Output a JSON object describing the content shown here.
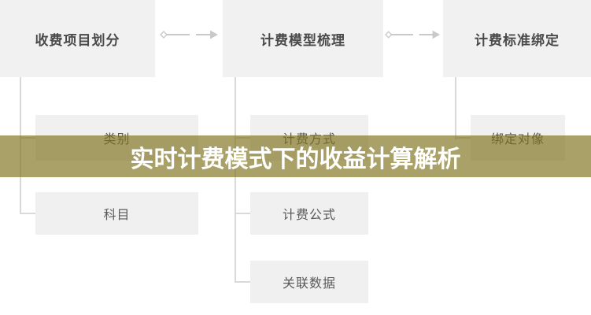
{
  "banner": {
    "title": "实时计费模式下的收益计算解析",
    "overlay_color": "#7d7018",
    "text_color": "#ffffff"
  },
  "flow": {
    "box_bg": "#f0f0f0",
    "stage_text_color": "#4a4a4a",
    "child_text_color": "#5a5a5a",
    "connector_color": "#c9c9c9",
    "trunk_color": "#d9d9d9",
    "stages": [
      {
        "label": "收费项目划分",
        "children": [
          {
            "label": "类别"
          },
          {
            "label": "科目"
          }
        ]
      },
      {
        "label": "计费模型梳理",
        "children": [
          {
            "label": "计费方式"
          },
          {
            "label": "计费公式"
          },
          {
            "label": "关联数据"
          }
        ]
      },
      {
        "label": "计费标准绑定",
        "children": [
          {
            "label": "绑定对像"
          }
        ]
      }
    ]
  }
}
